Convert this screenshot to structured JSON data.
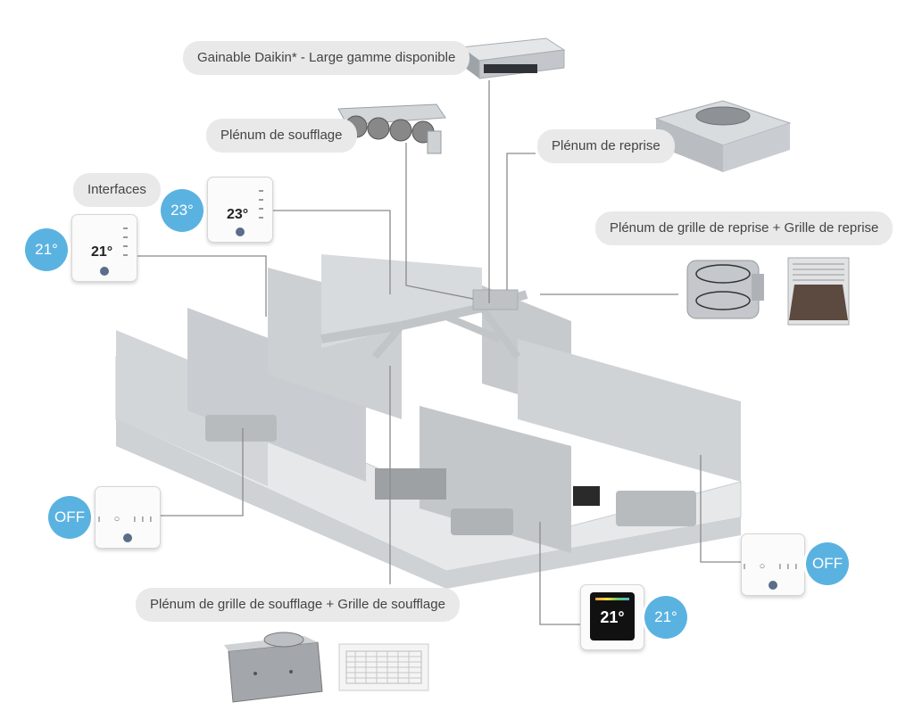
{
  "labels": {
    "gainable": "Gainable Daikin* - Large gamme disponible",
    "plenum_soufflage": "Plénum de soufflage",
    "plenum_reprise": "Plénum de reprise",
    "interfaces": "Interfaces",
    "grille_reprise": "Plénum de grille de reprise + Grille de reprise",
    "grille_soufflage": "Plénum de grille de soufflage + Grille de soufflage"
  },
  "bubbles": {
    "top_thermostat": "23°",
    "left_thermostat": "21°",
    "left_off": "OFF",
    "right_off": "OFF",
    "bottom_color": "21°"
  },
  "devices": {
    "top_reading": "23°",
    "left_reading": "21°",
    "color_reading": "21°"
  },
  "icons": {
    "dots_off": "ı ○ ııı"
  },
  "colors": {
    "bubble": "#5ab2e1",
    "label_bg": "#e9e9e9",
    "wall": "#d9dcdf",
    "floor": "#eceeef",
    "duct": "#c8cbce"
  }
}
